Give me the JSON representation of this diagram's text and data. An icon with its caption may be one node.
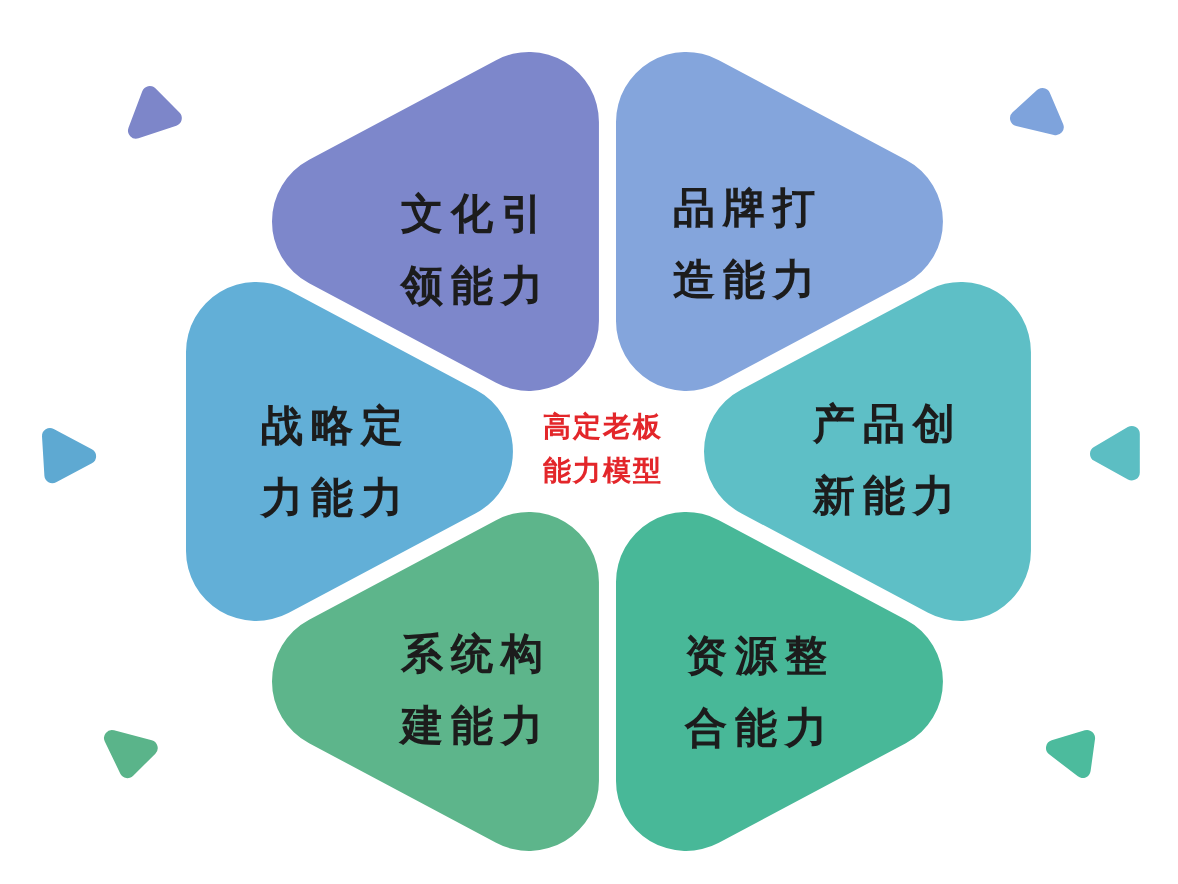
{
  "diagram": {
    "nodes": [
      {
        "text": [],
        "shape": "triangle"
      },
      {
        "text": [
          "文化引领能力"
        ]
      },
      {
        "text": [
          "品牌打造能力"
        ]
      },
      {
        "text": [],
        "shape": "triangle"
      },
      {
        "text": [],
        "shape": "triangle"
      },
      {
        "text": [
          "战略定力能力"
        ]
      },
      {
        "text": [
          "产品创新能力"
        ]
      },
      {
        "text": [],
        "shape": "triangle"
      },
      {
        "text": [],
        "shape": "triangle"
      },
      {
        "text": [
          "系统构建能力"
        ]
      },
      {
        "text": [
          "资源整合能力"
        ]
      },
      {
        "text": [],
        "shape": "triangle"
      }
    ],
    "labels": [
      "高定老板能力模型"
    ]
  }
}
